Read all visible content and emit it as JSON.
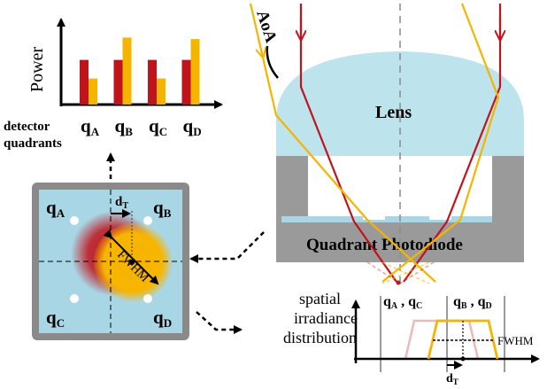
{
  "colors": {
    "red": "#c0141c",
    "yellow": "#f5b400",
    "lens": "#bde3ec",
    "housing": "#9a9a9a",
    "detector_bg": "#a9d6e4",
    "detector_border": "#8a8a8a",
    "axis": "#000000",
    "dashed": "#8c8c8c"
  },
  "chart_data": {
    "type": "bar",
    "ylabel": "Power",
    "xlabel_line1": "detector",
    "xlabel_line2": "quadrants",
    "categories": [
      {
        "main": "q",
        "sub": "A"
      },
      {
        "main": "q",
        "sub": "B"
      },
      {
        "main": "q",
        "sub": "C"
      },
      {
        "main": "q",
        "sub": "D"
      }
    ],
    "series": [
      {
        "color": "#c0141c",
        "values": [
          0.6,
          0.6,
          0.6,
          0.6
        ]
      },
      {
        "color": "#f5b400",
        "values": [
          0.35,
          0.9,
          0.35,
          0.88
        ]
      }
    ],
    "ylim": [
      0,
      1
    ]
  },
  "detector": {
    "quadrants": {
      "a": {
        "main": "q",
        "sub": "A"
      },
      "b": {
        "main": "q",
        "sub": "B"
      },
      "c": {
        "main": "q",
        "sub": "C"
      },
      "d": {
        "main": "q",
        "sub": "D"
      }
    },
    "offset_label": {
      "main": "d",
      "sub": "T"
    },
    "fwhm_label": "FWHM"
  },
  "optics": {
    "aoa_label": "AoA",
    "lens_label": "Lens",
    "photodiode_label": "Quadrant Photodiode"
  },
  "irradiance": {
    "title_line1": "spatial",
    "title_line2": "irradiance",
    "title_line3": "distribution",
    "left_pair": {
      "a": "q",
      "a_sub": "A",
      "sep": " , ",
      "b": "q",
      "b_sub": "C"
    },
    "right_pair": {
      "a": "q",
      "a_sub": "B",
      "sep": " , ",
      "b": "q",
      "b_sub": "D"
    },
    "fwhm_label": "FWHM",
    "offset_label": {
      "main": "d",
      "sub": "T"
    }
  }
}
